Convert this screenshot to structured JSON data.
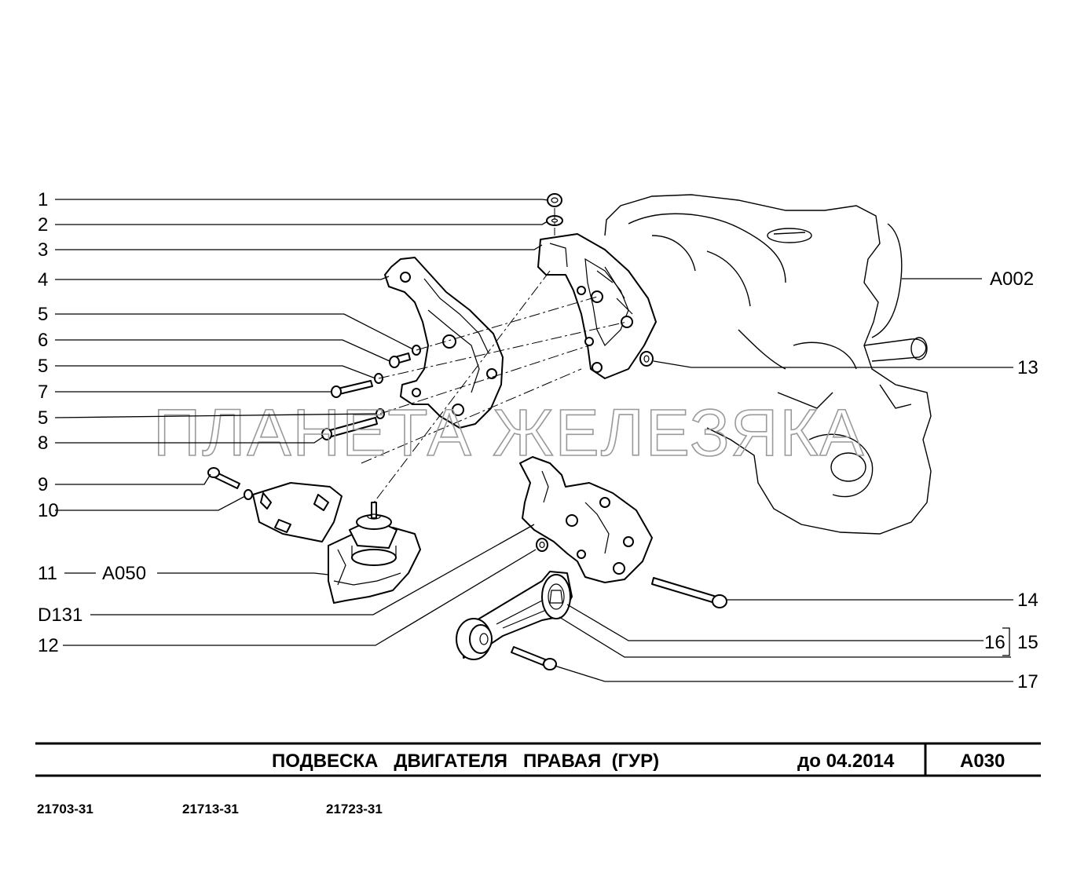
{
  "callouts": {
    "c1": "1",
    "c2": "2",
    "c3": "3",
    "c4": "4",
    "c5a": "5",
    "c6": "6",
    "c5b": "5",
    "c7": "7",
    "c5c": "5",
    "c8": "8",
    "c9": "9",
    "c10": "10",
    "c11": "11",
    "a050": "A050",
    "d131": "D131",
    "c12": "12",
    "a002": "A002",
    "c13": "13",
    "c14": "14",
    "c16": "16",
    "c15": "15",
    "c17": "17"
  },
  "watermark": "ПЛАНЕТА ЖЕЛЕЗЯКА",
  "title_block": {
    "title": "ПОДВЕСКА   ДВИГАТЕЛЯ   ПРАВАЯ  (ГУР)",
    "date": "до 04.2014",
    "code": "A030"
  },
  "models": [
    "21703-31",
    "21713-31",
    "21723-31"
  ]
}
